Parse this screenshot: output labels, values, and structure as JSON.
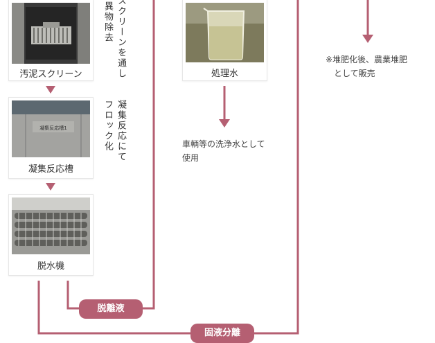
{
  "colors": {
    "flow_line": "#b55f72",
    "card_border": "#e6e6e6"
  },
  "cards": {
    "screen": {
      "caption": "汚泥スクリーン"
    },
    "flocculation": {
      "caption": "凝集反応槽",
      "plate_text": "凝集反応槽1"
    },
    "dehydrator": {
      "caption": "脱水機"
    },
    "treated_water": {
      "caption": "処理水"
    }
  },
  "side_notes": {
    "screen_line1": "スクリーンを通し",
    "screen_line2": "異物除去",
    "floc_line1": "凝集反応にて",
    "floc_line2": "フロック化"
  },
  "notes": {
    "water_use_1": "車輌等の洗浄水として",
    "water_use_2": "使用",
    "compost_1": "※堆肥化後、農業堆肥",
    "compost_2": "として販売"
  },
  "labels": {
    "filtrate": "脱離液",
    "separation": "固液分離"
  }
}
